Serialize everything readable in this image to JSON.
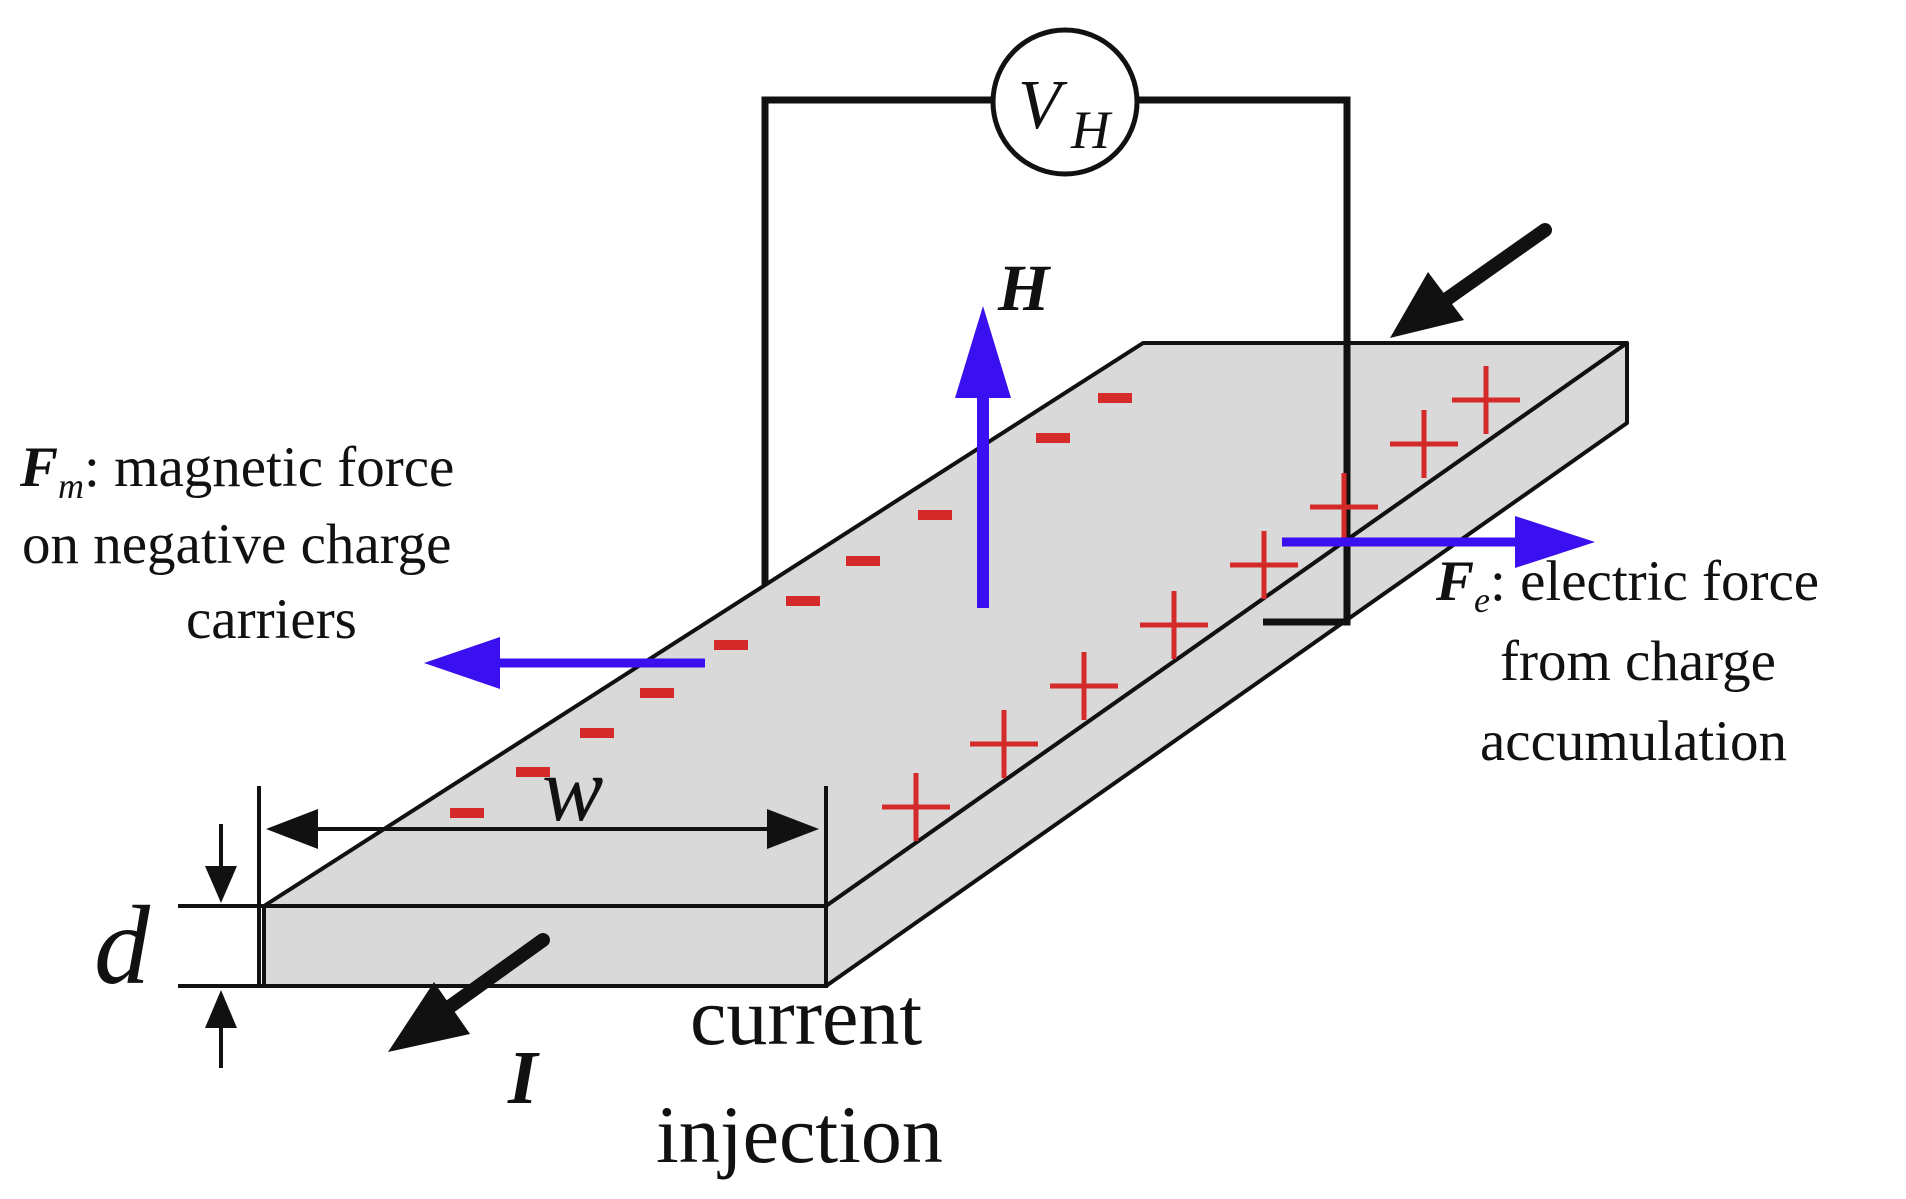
{
  "colors": {
    "slab_fill": "#d9d9d9",
    "outline": "#111111",
    "force_arrow": "#3a10f0",
    "charge": "#d42a2a",
    "background": "#ffffff"
  },
  "voltmeter": {
    "symbol": "V",
    "subscript": "H"
  },
  "field": {
    "symbol": "H"
  },
  "current": {
    "symbol": "I",
    "caption_line1": "current",
    "caption_line2": "injection"
  },
  "dimensions": {
    "width_symbol": "w",
    "thickness_symbol": "d"
  },
  "magnetic_force": {
    "symbol": "F",
    "subscript": "m",
    "line1_rest": ": magnetic force",
    "line2": "on negative charge",
    "line3": "carriers"
  },
  "electric_force": {
    "symbol": "F",
    "subscript": "e",
    "line1_rest": ": electric force",
    "line2": "from charge",
    "line3": "accumulation"
  },
  "charges": {
    "negative_glyph": "−",
    "positive_glyph": "+"
  }
}
